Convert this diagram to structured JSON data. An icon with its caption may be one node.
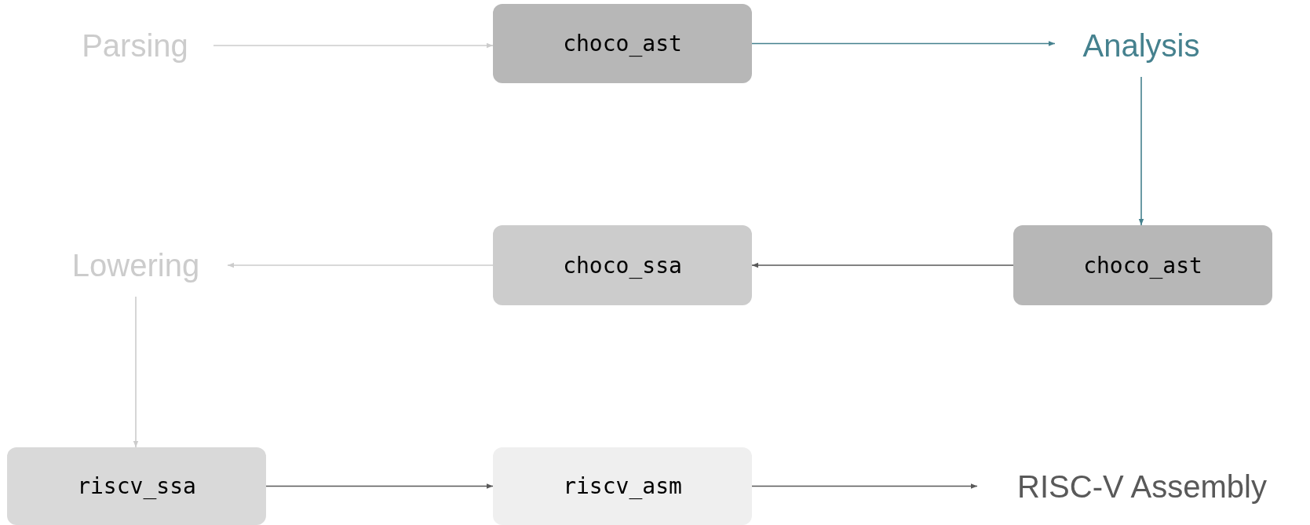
{
  "diagram": {
    "nodes": [
      {
        "text": [
          "Parsing"
        ]
      },
      {
        "text": [
          "choco_ast"
        ]
      },
      {
        "text": [
          "Analysis"
        ]
      },
      {
        "text": [
          "choco_ssa"
        ]
      },
      {
        "text": [
          "choco_ast"
        ]
      },
      {
        "text": [
          "Lowering"
        ]
      },
      {
        "text": [
          "riscv_ssa"
        ]
      },
      {
        "text": [
          "riscv_asm"
        ]
      },
      {
        "text": [
          "RISC-V Assembly"
        ]
      }
    ],
    "edges": [
      {
        "from": 0,
        "to": 1,
        "arrow": "to",
        "color": "#cccccc"
      },
      {
        "from": 1,
        "to": 2,
        "arrow": "to",
        "color": "#45818e"
      },
      {
        "from": 2,
        "to": 4,
        "arrow": "to",
        "color": "#45818e"
      },
      {
        "from": 4,
        "to": 3,
        "arrow": "to",
        "color": "#595959"
      },
      {
        "from": 3,
        "to": 5,
        "arrow": "to",
        "color": "#cccccc"
      },
      {
        "from": 5,
        "to": 6,
        "arrow": "to",
        "color": "#cccccc"
      },
      {
        "from": 6,
        "to": 7,
        "arrow": "to",
        "color": "#595959"
      },
      {
        "from": 7,
        "to": 8,
        "arrow": "to",
        "color": "#595959"
      }
    ]
  }
}
